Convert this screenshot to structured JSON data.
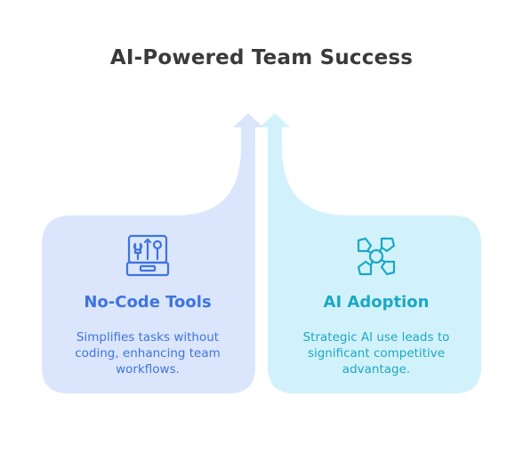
{
  "title": "AI-Powered Team Success",
  "colors": {
    "left_fill": "#dbe6fd",
    "left_text": "#3e74de",
    "right_fill": "#d2f2fb",
    "right_text": "#1ba8c5",
    "title_text": "#3a3a3a"
  },
  "cards": [
    {
      "icon": "toolbox-icon",
      "heading": "No-Code Tools",
      "body": "Simplifies tasks without coding, enhancing team workflows."
    },
    {
      "icon": "collaboration-hands-icon",
      "heading": "AI Adoption",
      "body": "Strategic AI use leads to significant competitive advantage."
    }
  ]
}
